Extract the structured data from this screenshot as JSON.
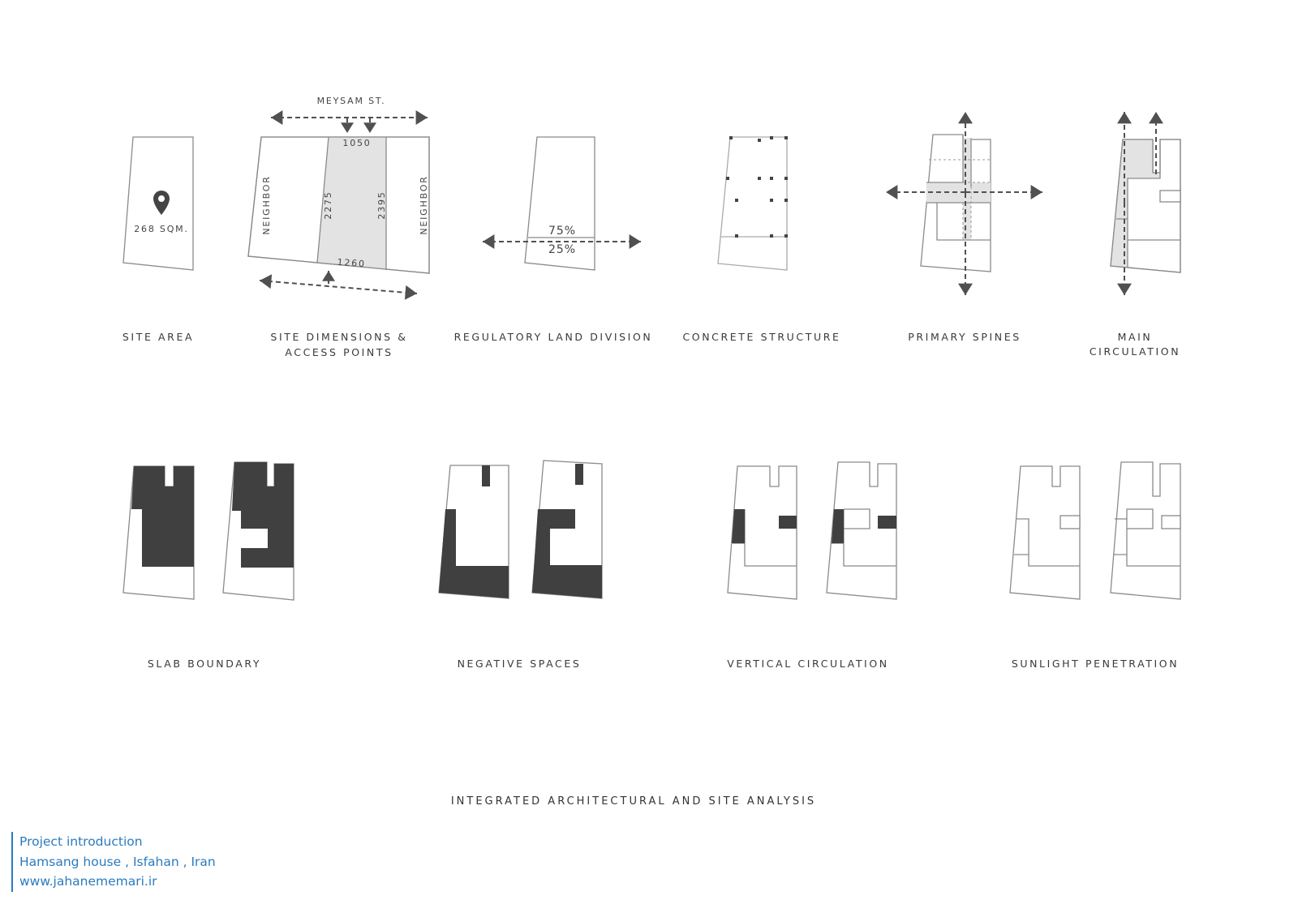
{
  "top_row": {
    "site_area": {
      "label": "SITE AREA",
      "area": "268 SQM.",
      "icon": "location-pin-icon"
    },
    "site_dimensions": {
      "label_line1": "SITE DIMENSIONS &",
      "label_line2": "ACCESS POINTS",
      "street": "MEYSAM ST.",
      "dim_top": "1050",
      "dim_bottom": "1260",
      "dim_left": "2275",
      "dim_right": "2395",
      "neighbor_left": "NEIGHBOR",
      "neighbor_right": "NEIGHBOR"
    },
    "land_division": {
      "label": "REGULATORY LAND DIVISION",
      "upper_pct": "75%",
      "lower_pct": "25%"
    },
    "concrete": {
      "label": "CONCRETE STRUCTURE"
    },
    "spines": {
      "label": "PRIMARY SPINES"
    },
    "circulation": {
      "label_line1": "MAIN",
      "label_line2": "CIRCULATION"
    }
  },
  "bottom_row": {
    "slab": {
      "label": "SLAB BOUNDARY"
    },
    "negative": {
      "label": "NEGATIVE SPACES"
    },
    "vertical": {
      "label": "VERTICAL CIRCULATION"
    },
    "sunlight": {
      "label": "SUNLIGHT PENETRATION"
    }
  },
  "title": "INTEGRATED ARCHITECTURAL AND SITE ANALYSIS",
  "credit": {
    "line1": "Project introduction",
    "line2": "Hamsang house , Isfahan , Iran",
    "line3": "www.jahanememari.ir"
  },
  "colors": {
    "dark": "#404040",
    "gray": "#e3e3e3",
    "outline": "#8a8a8a",
    "credit": "#2a7bc0"
  }
}
